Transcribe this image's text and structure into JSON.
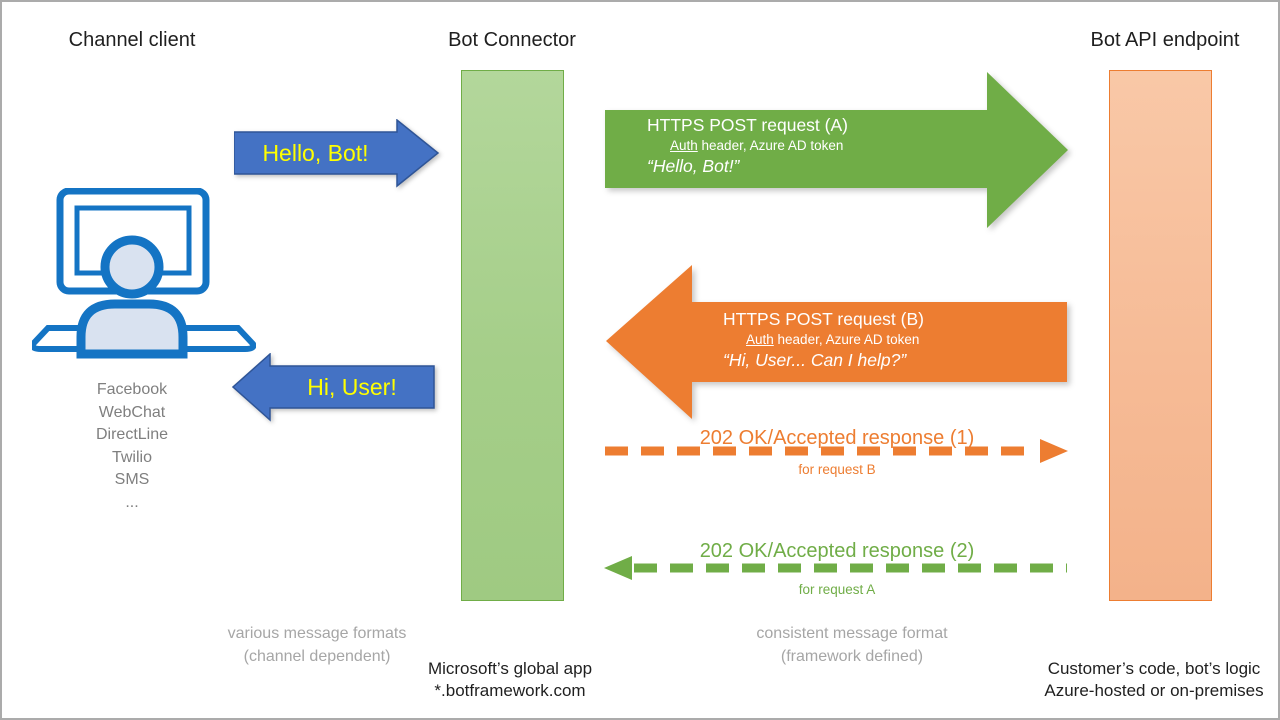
{
  "headers": {
    "channel_client": "Channel client",
    "bot_connector": "Bot Connector",
    "bot_api_endpoint": "Bot API endpoint"
  },
  "channel_client": {
    "channels": [
      "Facebook",
      "WebChat",
      "DirectLine",
      "Twilio",
      "SMS",
      "..."
    ],
    "caption": [
      "various message formats",
      "(channel dependent)"
    ]
  },
  "bot_connector_caption": [
    "Microsoft’s global app",
    "*.botframework.com"
  ],
  "middle_caption": [
    "consistent message format",
    "(framework defined)"
  ],
  "bot_api_caption": [
    "Customer’s code, bot’s logic",
    "Azure-hosted or on-premises"
  ],
  "arrows": {
    "hello_bot": {
      "label": "Hello, Bot!"
    },
    "hi_user": {
      "label": "Hi, User!"
    },
    "request_a": {
      "line1": "HTTPS POST request (A)",
      "auth": "Auth",
      "auth_rest": " header, Azure AD token",
      "message": "“Hello, Bot!”"
    },
    "request_b": {
      "line1": "HTTPS POST request (B)",
      "auth": "Auth",
      "auth_rest": " header, Azure AD token",
      "message": "“Hi, User... Can I help?”"
    },
    "response_1": {
      "label": "202 OK/Accepted response (1)",
      "sub": "for request B"
    },
    "response_2": {
      "label": "202 OK/Accepted response (2)",
      "sub": "for request A"
    }
  },
  "colors": {
    "green": "#70AD47",
    "green_light_bar": "#A9D18E",
    "orange": "#ED7D31",
    "orange_light_bar": "#F8C5A2",
    "blue_arrow": "#4472C4",
    "label_yellow": "#FFFF00",
    "icon_blue": "#1474C4",
    "icon_fill": "#D9E2F0",
    "caption_gray": "#A6A6A6",
    "channel_gray": "#7F7F7F",
    "text_dark": "#1F1F1F"
  }
}
